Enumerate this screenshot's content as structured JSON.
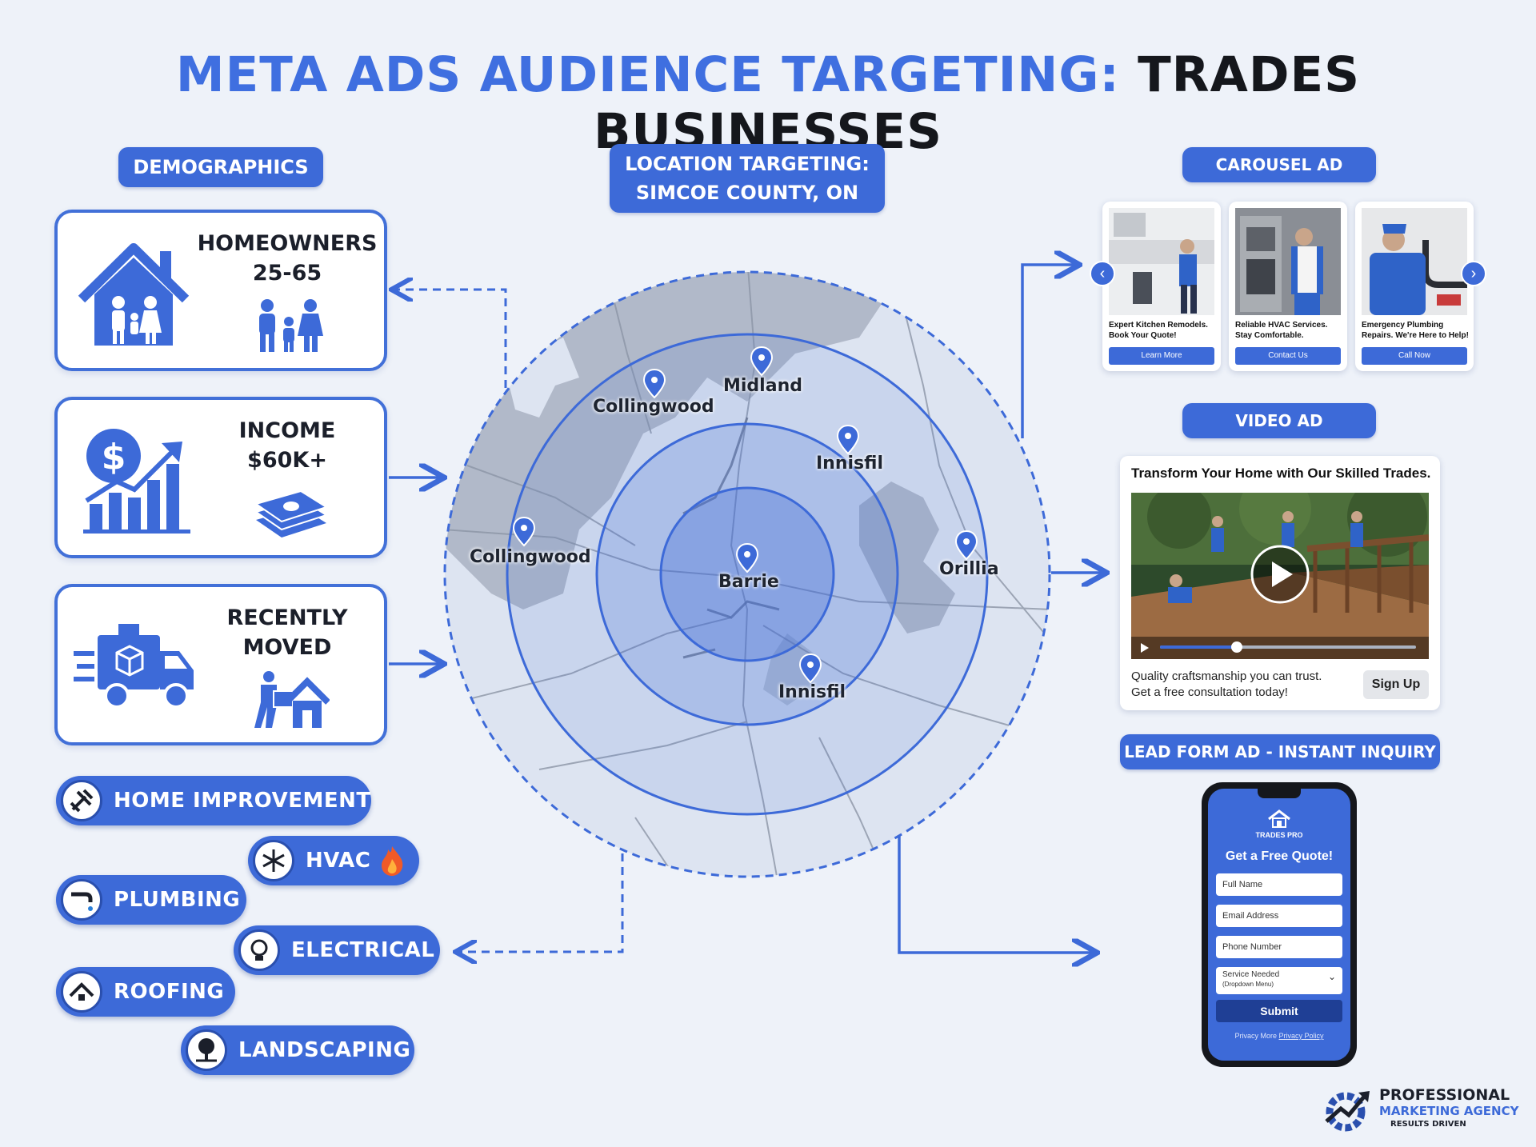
{
  "title": {
    "part1": "META ADS AUDIENCE TARGETING:",
    "part2": "TRADES BUSINESSES"
  },
  "demographics": {
    "label": "DEMOGRAPHICS",
    "cards": [
      {
        "line1": "HOMEOWNERS",
        "line2": "25-65",
        "icon": "house-family-icon"
      },
      {
        "line1": "INCOME",
        "line2": "$60K+",
        "icon": "dollar-growth-icon"
      },
      {
        "line1": "RECENTLY",
        "line2": "MOVED",
        "icon": "moving-truck-icon"
      }
    ]
  },
  "categories": [
    {
      "label": "HOME IMPROVEMENT",
      "icon": "tools-icon"
    },
    {
      "label": "HVAC",
      "icon": "snowflake-icon"
    },
    {
      "label": "PLUMBING",
      "icon": "faucet-icon"
    },
    {
      "label": "ELECTRICAL",
      "icon": "lightbulb-icon"
    },
    {
      "label": "ROOFING",
      "icon": "roof-icon"
    },
    {
      "label": "LANDSCAPING",
      "icon": "tree-icon"
    }
  ],
  "location": {
    "label_line1": "LOCATION TARGETING:",
    "label_line2": "SIMCOE COUNTY, ON",
    "cities": [
      "Collingwood",
      "Midland",
      "Innisfil",
      "Collingwood",
      "Barrie",
      "Orillia",
      "Innisfil"
    ]
  },
  "carousel": {
    "label": "CAROUSEL AD",
    "cards": [
      {
        "caption": "Expert Kitchen Remodels. Book Your Quote!",
        "button": "Learn More"
      },
      {
        "caption": "Reliable HVAC Services. Stay Comfortable.",
        "button": "Contact Us"
      },
      {
        "caption": "Emergency Plumbing Repairs. We're Here to Help!",
        "button": "Call Now"
      }
    ]
  },
  "video": {
    "label": "VIDEO AD",
    "headline": "Transform Your Home with Our Skilled Trades.",
    "body_line1": "Quality craftsmanship you can trust.",
    "body_line2": "Get a free consultation today!",
    "cta": "Sign Up",
    "progress": 0.3
  },
  "leadform": {
    "label": "LEAD FORM AD - INSTANT INQUIRY",
    "brand": "TRADES PRO",
    "heading": "Get a Free Quote!",
    "fields": [
      "Full Name",
      "Email Address",
      "Phone Number"
    ],
    "select_line1": "Service Needed",
    "select_line2": "(Dropdown Menu)",
    "submit": "Submit",
    "privacy_prefix": "Privacy More",
    "privacy_link": "Privacy Policy"
  },
  "logo": {
    "line1": "PROFESSIONAL",
    "line2": "MARKETING AGENCY",
    "line3": "RESULTS DRIVEN"
  },
  "colors": {
    "accent": "#3d6ad8",
    "dark": "#15171c",
    "background": "#eef2f9"
  }
}
